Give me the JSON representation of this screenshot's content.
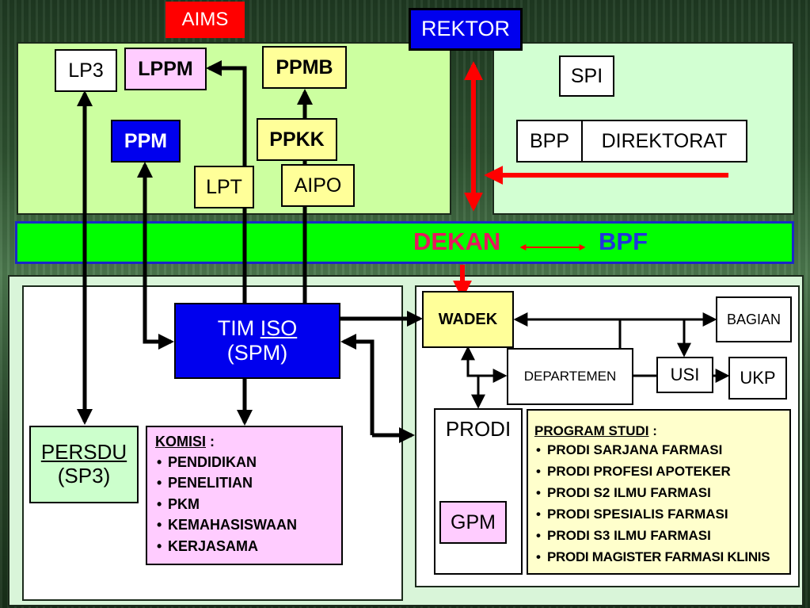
{
  "top_left": {
    "aims": "AIMS",
    "lp3": "LP3",
    "lppm": "LPPM",
    "ppmb": "PPMB",
    "ppm": "PPM",
    "ppkk": "PPKK",
    "lpt": "LPT",
    "aipo": "AIPO"
  },
  "top_right": {
    "rektor": "REKTOR",
    "spi": "SPI",
    "bpp": "BPP",
    "direktorat": "DIREKTORAT"
  },
  "band": {
    "dekan": "DEKAN",
    "bpf": "BPF"
  },
  "bottom_left": {
    "tim_prefix": "TIM ",
    "tim_iso": "ISO",
    "tim_spm": "(SPM)",
    "persdu": "PERSDU",
    "sp3": "(SP3)",
    "komisi_title": "KOMISI",
    "komisi_colon": " :",
    "komisi_items": [
      "PENDIDIKAN",
      "PENELITIAN",
      "PKM",
      "KEMAHASISWAAN",
      "KERJASAMA"
    ]
  },
  "bottom_right": {
    "wadek": "WADEK",
    "bagian": "BAGIAN",
    "departemen": "DEPARTEMEN",
    "usi": "USI",
    "ukp": "UKP",
    "prodi": "PRODI",
    "gpm": "GPM",
    "program_title": "PROGRAM STUDI",
    "program_colon": " :",
    "program_items": [
      "PRODI SARJANA FARMASI",
      "PRODI PROFESI APOTEKER",
      "PRODI S2 ILMU FARMASI",
      "PRODI SPESIALIS FARMASI",
      "PRODI S3 ILMU FARMASI",
      "PRODI MAGISTER FARMASI KLINIS"
    ]
  },
  "colors": {
    "panel_green": "#ccffa0",
    "panel_light": "#d2ffd2",
    "band_green": "#00ff00",
    "blue": "#0000ee",
    "yellow_box": "#ffff99",
    "pink_box": "#ffccff",
    "red": "#ff0000",
    "dekan_text": "#e8175d",
    "bpf_text": "#2233dd",
    "light_yellow": "#ffffcc",
    "mint": "#ccffcc"
  }
}
